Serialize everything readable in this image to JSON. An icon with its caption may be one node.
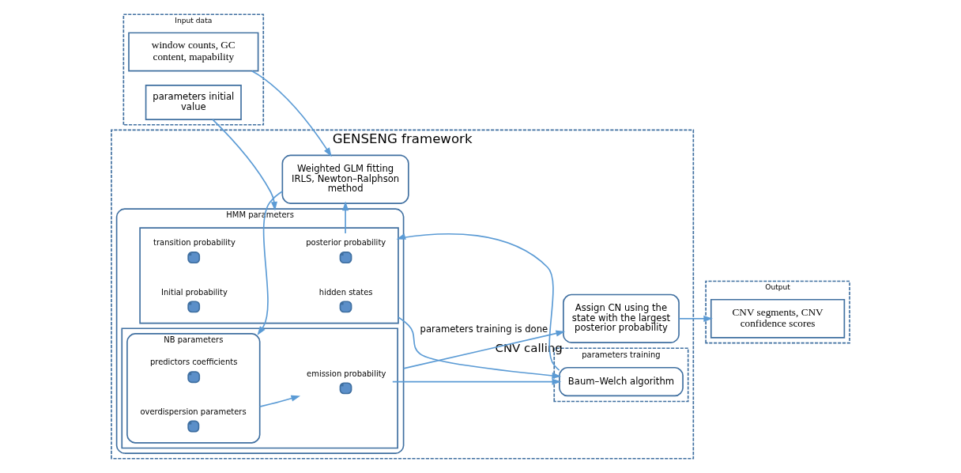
{
  "diagram": {
    "nodes": [
      {
        "text": [
          "Input data"
        ]
      },
      {
        "text": [
          "parameters initial value"
        ],
        "in": 0
      },
      {
        "text": [
          "window counts, GC content, mapability"
        ],
        "in": 0
      },
      {
        "text": [
          "GENSENG framework"
        ]
      },
      {
        "text": [
          "HMM parameters"
        ],
        "in": 3
      },
      {
        "text": [],
        "shape": "box",
        "in": 4
      },
      {
        "text": [
          "posterior probability"
        ],
        "in": 5
      },
      {
        "text": [
          "transition probability"
        ],
        "in": 5
      },
      {
        "text": [
          "Initial probability"
        ],
        "in": 5
      },
      {
        "text": [
          "hidden states"
        ],
        "in": 5
      },
      {
        "text": [],
        "shape": "box",
        "in": 4
      },
      {
        "text": [
          "NB parameters"
        ],
        "in": 10
      },
      {
        "text": [
          "predictors coefficients"
        ],
        "in": 11
      },
      {
        "text": [
          "overdispersion parameters"
        ],
        "in": 11
      },
      {
        "text": [
          "emission probability"
        ],
        "in": 10
      },
      {
        "text": [
          "parameters training"
        ],
        "in": 3
      },
      {
        "text": [
          "Baum–Welch algorithm"
        ],
        "in": 15
      },
      {
        "text": [
          "Weighted GLM fitting IRLS, Newton–Ralphson method"
        ],
        "in": 3
      },
      {
        "text": [
          "Assign CN using the state with the largest posterior probability"
        ],
        "beside": [
          "CNV calling"
        ],
        "in": 3
      },
      {
        "text": [
          "Output"
        ]
      },
      {
        "text": [
          "CNV segments, CNV confidence scores"
        ],
        "in": 19
      }
    ],
    "edges": [
      {
        "from": 1,
        "to": 4,
        "arrow": "to"
      },
      {
        "from": 5,
        "to": 16,
        "arrow": "to"
      },
      {
        "from": 16,
        "to": 5,
        "arrow": "to"
      },
      {
        "from": 14,
        "to": 16,
        "arrow": "to"
      },
      {
        "from": 11,
        "to": 14,
        "arrow": "to"
      },
      {
        "from": 6,
        "to": 17,
        "arrow": "to"
      },
      {
        "from": 2,
        "to": 17,
        "arrow": "to"
      },
      {
        "from": 17,
        "to": 11,
        "arrow": "to"
      },
      {
        "from": 4,
        "to": 18,
        "arrow": "to",
        "label": "parameters training is done"
      },
      {
        "from": 18,
        "to": 20,
        "arrow": "to"
      }
    ]
  }
}
